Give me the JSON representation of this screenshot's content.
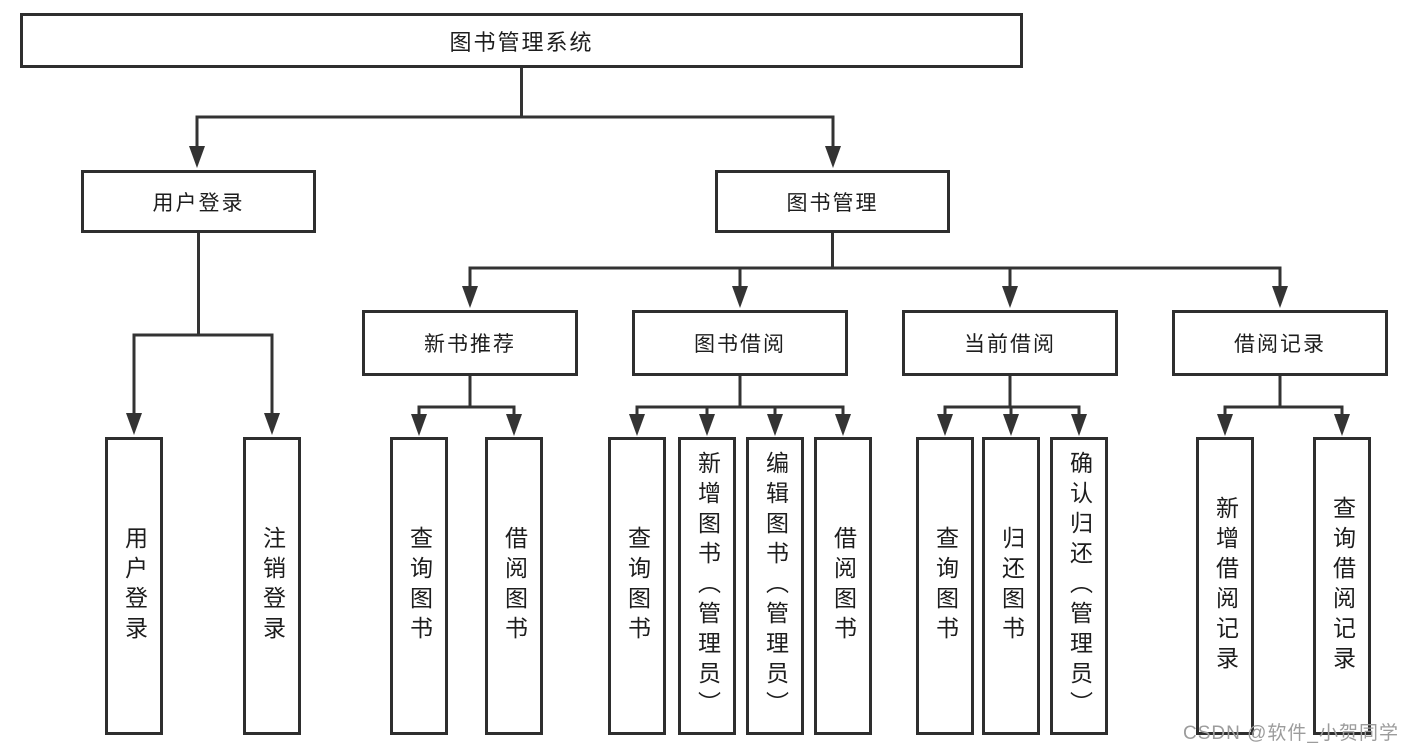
{
  "diagram": {
    "title": "图书管理系统",
    "branches": [
      {
        "label": "用户登录",
        "leaves": [
          "用户登录",
          "注销登录"
        ]
      },
      {
        "label": "图书管理",
        "groups": [
          {
            "label": "新书推荐",
            "leaves": [
              "查询图书",
              "借阅图书"
            ]
          },
          {
            "label": "图书借阅",
            "leaves": [
              "查询图书",
              "新增图书（管理员）",
              "编辑图书（管理员）",
              "借阅图书"
            ]
          },
          {
            "label": "当前借阅",
            "leaves": [
              "查询图书",
              "归还图书",
              "确认归还（管理员）"
            ]
          },
          {
            "label": "借阅记录",
            "leaves": [
              "新增借阅记录",
              "查询借阅记录"
            ]
          }
        ]
      }
    ]
  },
  "watermark": {
    "text": "CSDN @软件_小贺同学"
  },
  "colors": {
    "background": "#ffffff",
    "line": "#333333",
    "box_border": "#2e2e2e",
    "text": "#1d1d1d",
    "watermark": "#9c9c9c"
  }
}
